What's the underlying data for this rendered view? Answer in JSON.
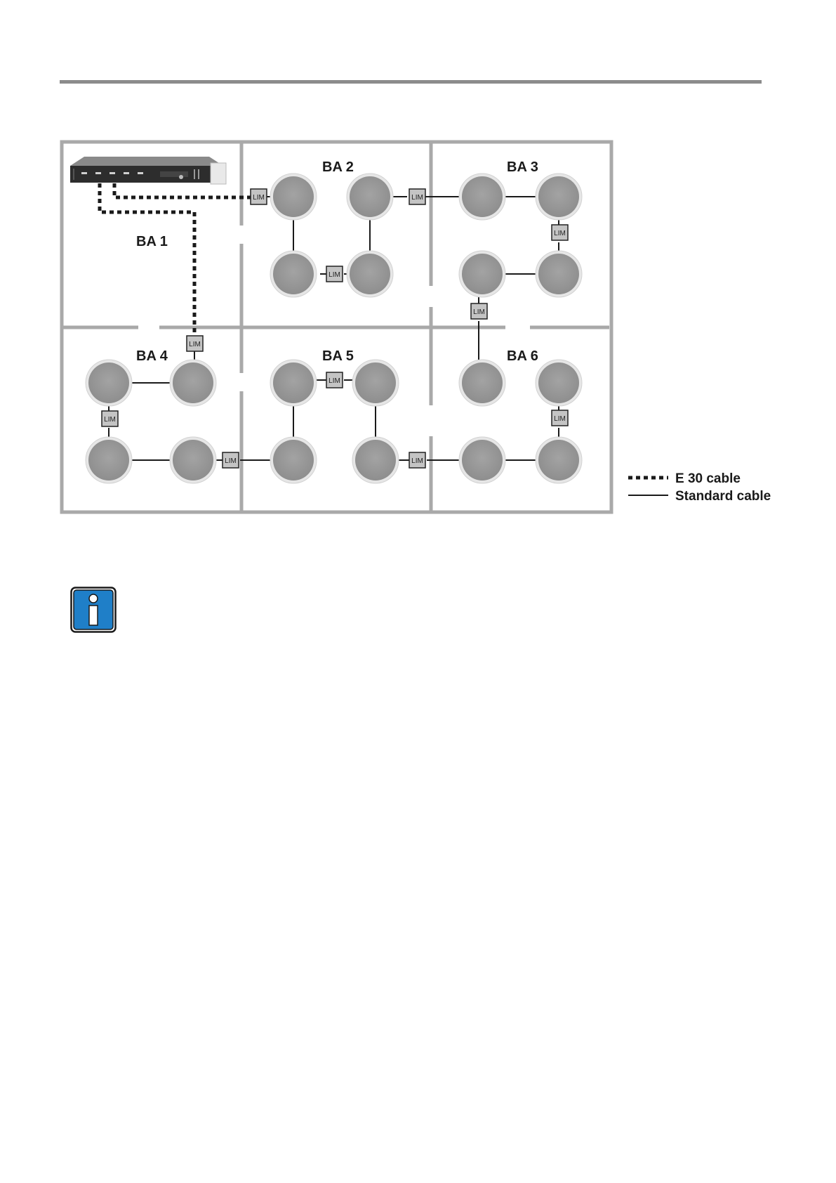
{
  "areas": [
    {
      "label": "BA 1"
    },
    {
      "label": "BA 2"
    },
    {
      "label": "BA 3"
    },
    {
      "label": "BA 4"
    },
    {
      "label": "BA 5"
    },
    {
      "label": "BA 6"
    }
  ],
  "module_label": "LIM",
  "legend": {
    "e30": "E 30 cable",
    "standard": "Standard cable"
  },
  "colors": {
    "wall": "#a9a9a9",
    "speaker_fill": "#9a9a9a",
    "speaker_rim": "#e6e6e6",
    "lim_fill": "#c4c4c4",
    "info_blue": "#1f7fc8",
    "rule": "#8c8c8c"
  },
  "icons": {
    "info": "info-icon",
    "controller": "controller-rack-unit"
  }
}
